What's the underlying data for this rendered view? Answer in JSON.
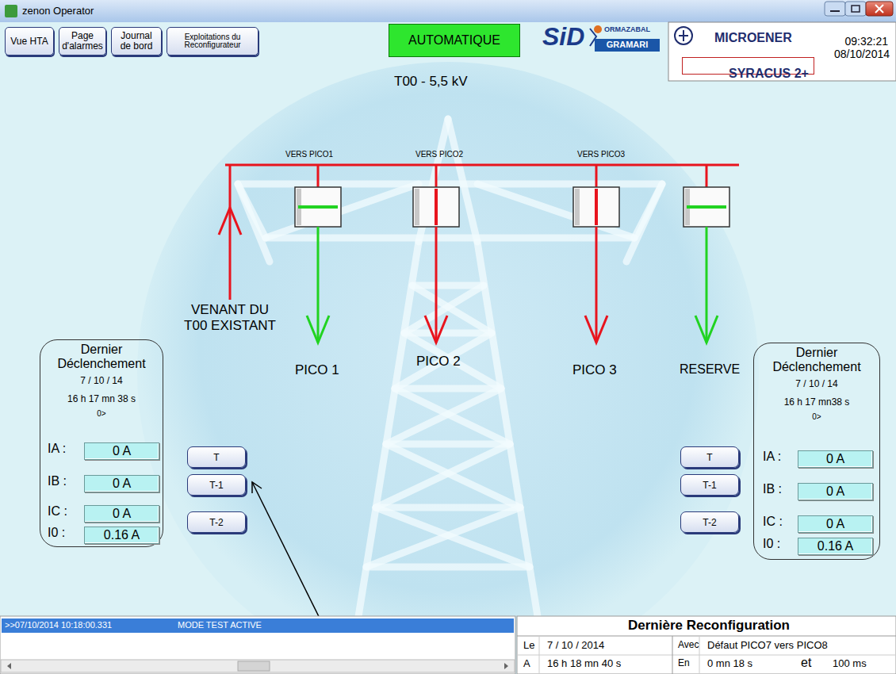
{
  "diagram": {
    "nodes": [
      {
        "text": [
          "zenon Operator"
        ]
      },
      {
        "text": [
          "Vue HTA"
        ]
      },
      {
        "text": [
          "Page d'alarmes"
        ]
      },
      {
        "text": [
          "Journal de bord"
        ]
      },
      {
        "text": [
          "Exploitations du Reconfigurateur"
        ]
      },
      {
        "text": [
          "AUTOMATIQUE"
        ]
      },
      {
        "text": [
          "MICROENER",
          "09:32:21",
          "08/10/2014"
        ]
      },
      {
        "text": [
          "SYRACUS 2+"
        ],
        "in": 6
      },
      {
        "text": [
          "Dernier Déclenchement",
          "7 / 10 / 14",
          "16 h 17 mn 38 s",
          "0>"
        ]
      },
      {
        "text": [
          "0 A"
        ],
        "in": 8
      },
      {
        "text": [
          "0 A"
        ],
        "in": 8
      },
      {
        "text": [
          "0 A"
        ],
        "in": 8
      },
      {
        "text": [
          "0.16 A"
        ],
        "in": 8
      },
      {
        "text": [
          "T"
        ]
      },
      {
        "text": [
          "T-1"
        ]
      },
      {
        "text": [
          "T-2"
        ]
      },
      {
        "text": [
          "T"
        ]
      },
      {
        "text": [
          "T-1"
        ]
      },
      {
        "text": [
          "T-2"
        ]
      },
      {
        "text": [
          "Dernier Déclenchement",
          "7 / 10 / 14",
          "16 h 17 mn38 s",
          "0>"
        ]
      },
      {
        "text": [
          "0 A"
        ],
        "in": 19
      },
      {
        "text": [
          "0 A"
        ],
        "in": 19
      },
      {
        "text": [
          "0 A"
        ],
        "in": 19
      },
      {
        "text": [
          "0.16 A"
        ],
        "in": 19
      },
      {
        "text": [
          ">>07/10/2014 10:18:00.331",
          "MODE TEST ACTIVE"
        ]
      },
      {
        "text": [
          "Dernière Reconfiguration"
        ]
      }
    ],
    "labels": [
      "SiD",
      "ORMAZABAL",
      "GRAMARI",
      "T00 - 5,5 kV",
      "VERS PICO1",
      "VERS PICO2",
      "VERS PICO3",
      "VENANT DU T00 EXISTANT",
      "PICO 1",
      "PICO 2",
      "PICO 3",
      "RESERVE",
      "IA :",
      "IB :",
      "IC :",
      "I0 :",
      "IA :",
      "IB :",
      "IC :",
      "I0 :",
      "Le",
      "7 / 10 / 2014",
      "A",
      "16 h 18 mn 40 s",
      "Avec",
      "Défaut PICO7 vers PICO8",
      "En",
      "0 mn 18 s",
      "et",
      "100 ms"
    ]
  }
}
